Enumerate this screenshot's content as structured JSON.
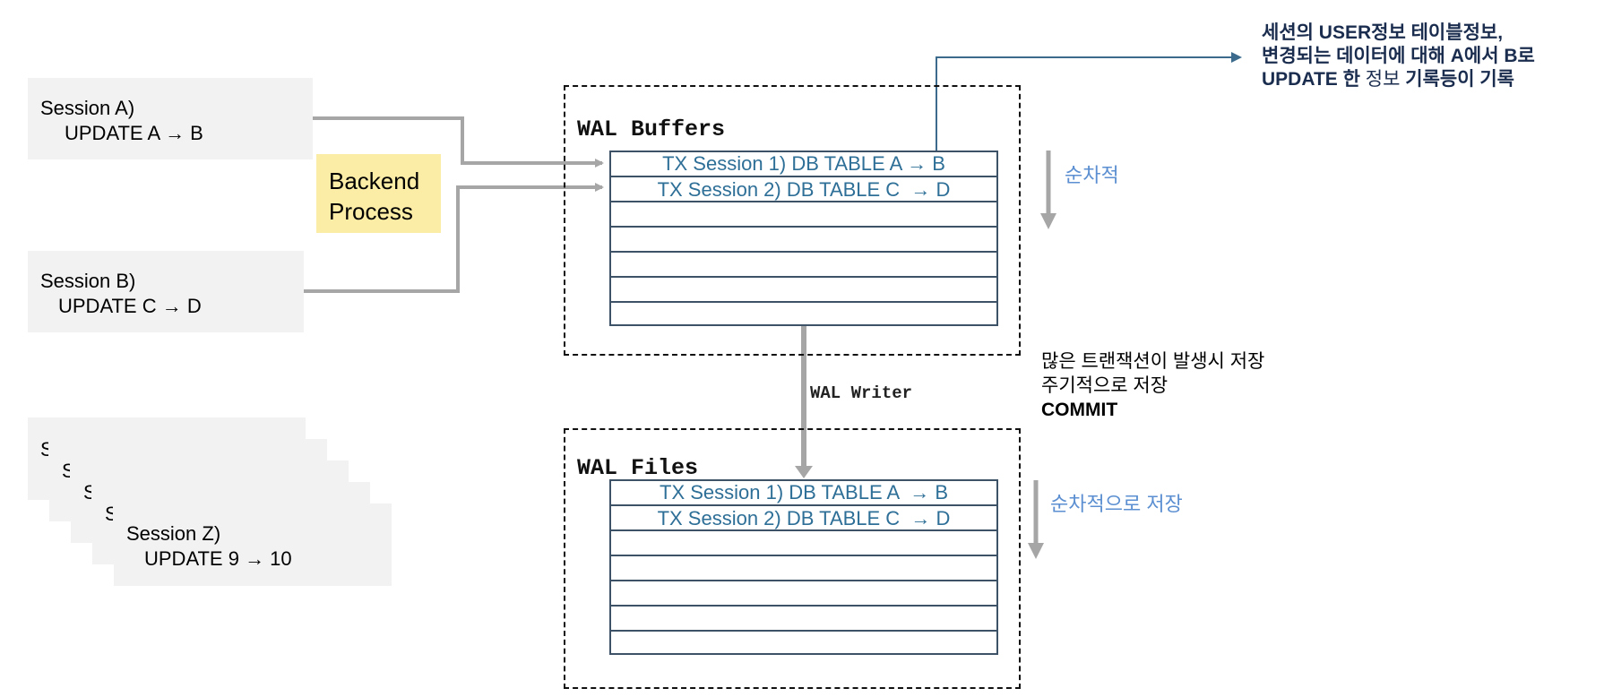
{
  "sessions": {
    "a": {
      "title": "Session A)",
      "action": "UPDATE A →  B"
    },
    "b": {
      "title": "Session B)",
      "action": "UPDATE C → D"
    },
    "stack": [
      {
        "peek": "S"
      },
      {
        "peek": "S"
      },
      {
        "peek": "S"
      },
      {
        "peek": "S"
      }
    ],
    "z": {
      "title": "Session Z)",
      "action": "UPDATE 9 → 10"
    }
  },
  "backend": {
    "line1": "Backend",
    "line2": "Process"
  },
  "wal_buffers": {
    "title": "WAL Buffers",
    "rows": [
      "TX Session 1) DB TABLE A → B",
      "TX Session 2) DB TABLE C  → D",
      "",
      "",
      "",
      "",
      ""
    ]
  },
  "wal_writer": {
    "label": "WAL Writer"
  },
  "wal_files": {
    "title": "WAL Files",
    "rows": [
      "TX Session 1) DB TABLE A  → B",
      "TX Session 2) DB TABLE C  → D",
      "",
      "",
      "",
      "",
      ""
    ]
  },
  "notes": {
    "sequential": "순차적",
    "sequential_save": "순차적으로 저장",
    "flush_line1": "많은 트랜잭션이 발생시 저장",
    "flush_line2": "주기적으로 저장",
    "flush_line3": "COMMIT"
  },
  "callout": {
    "line1": "세션의 USER정보 테이블정보,",
    "line2": "변경되는 데이터에 대해 A에서 B로",
    "line3_bold_a": "UPDATE 한",
    "line3_normal": " 정보 ",
    "line3_bold_b": "기록등이 기록"
  },
  "colors": {
    "connector_gray": "#a6a6a6",
    "callout_line": "#3b6a8c",
    "row_text": "#2e6f97",
    "note_blue": "#5b8fd1",
    "backend_fill": "#fbeca6",
    "session_fill": "#f2f2f2"
  }
}
